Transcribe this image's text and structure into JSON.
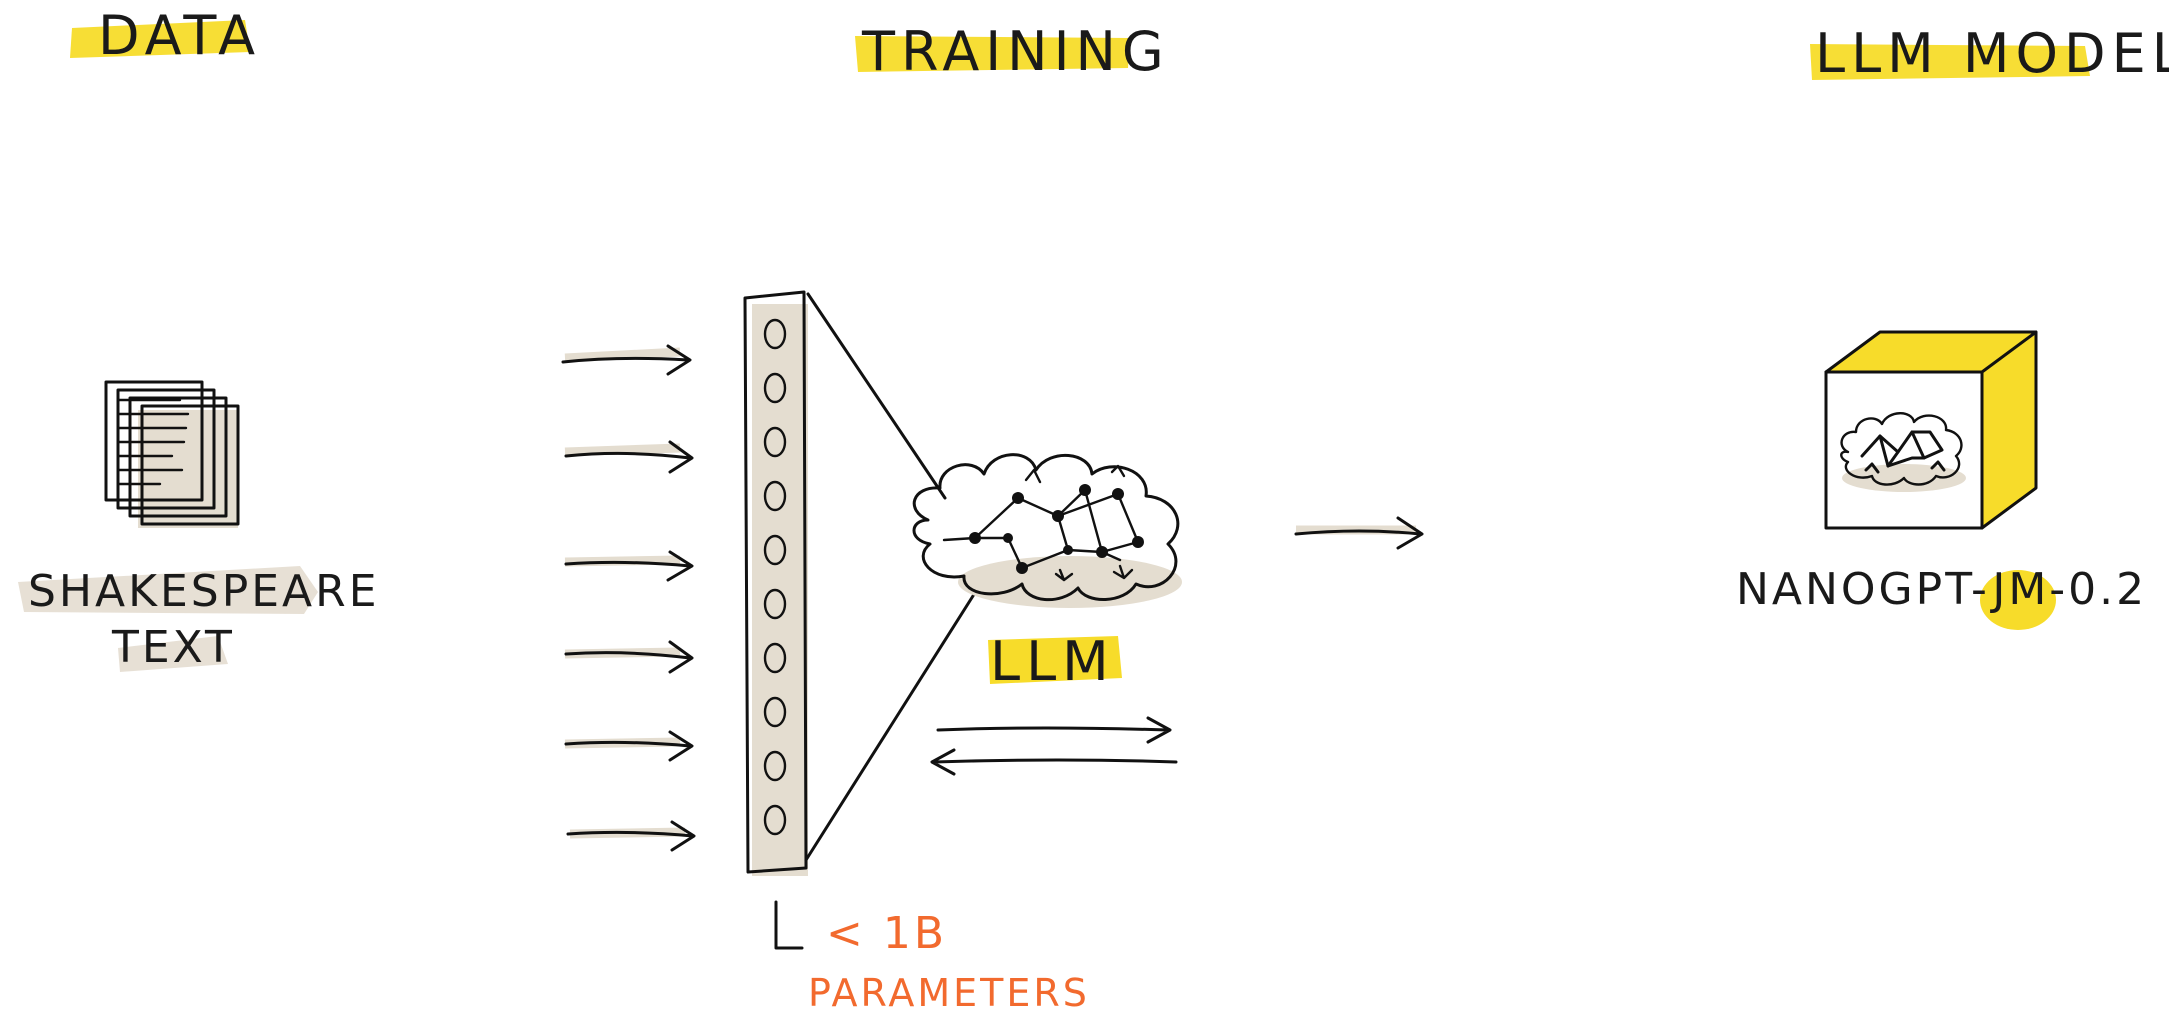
{
  "sections": {
    "data": "DATA",
    "training": "TRAINING",
    "model": "LLM MODEL"
  },
  "data_label": {
    "line1": "SHAKESPEARE",
    "line2": "TEXT"
  },
  "llm_label": "LLM",
  "params": {
    "value": "< 1B",
    "unit": "PARAMETERS"
  },
  "model_name": "NANOGPT-JM-0.2",
  "colors": {
    "highlight_yellow": "#f7dc2a",
    "shade_beige": "#e4ddd0",
    "accent_orange": "#f26a2e",
    "ink": "#111111"
  },
  "icons": {
    "documents": "stacked-documents-icon",
    "brain": "brain-network-icon",
    "model_box": "yellow-box-icon"
  }
}
